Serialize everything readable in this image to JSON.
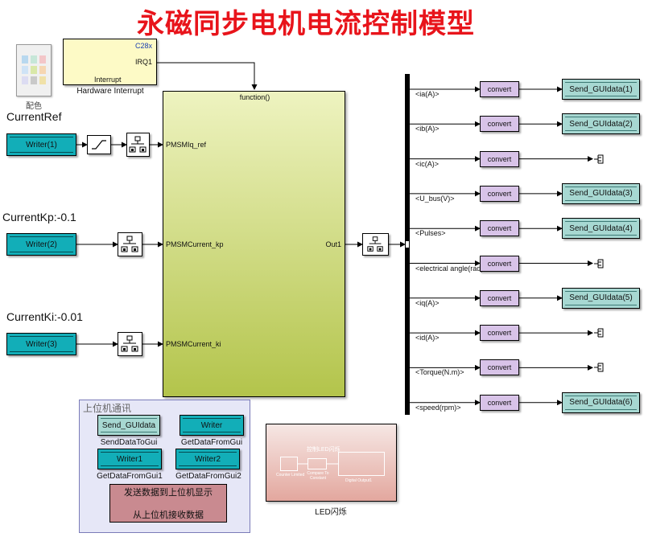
{
  "title": "永磁同步电机电流控制模型",
  "color_block": {
    "label": "配色"
  },
  "hardware_interrupt": {
    "header": "C28x",
    "port": "IRQ1",
    "inner_label": "Interrupt",
    "caption": "Hardware Interrupt"
  },
  "function_block": {
    "trigger_label": "function()",
    "inputs": [
      "PMSMIq_ref",
      "PMSMCurrent_kp",
      "PMSMCurrent_ki"
    ],
    "output": "Out1"
  },
  "inputs": [
    {
      "caption": "CurrentRef",
      "block": "Writer(1)"
    },
    {
      "caption": "CurrentKp:-0.1",
      "block": "Writer(2)"
    },
    {
      "caption": "CurrentKi:-0.01",
      "block": "Writer(3)"
    }
  ],
  "signals": [
    {
      "label": "<ia(A)>",
      "convert": "convert",
      "dest": "Send_GUIdata(1)"
    },
    {
      "label": "<ib(A)>",
      "convert": "convert",
      "dest": "Send_GUIdata(2)"
    },
    {
      "label": "<ic(A)>",
      "convert": "convert",
      "dest": ""
    },
    {
      "label": "<U_bus(V)>",
      "convert": "convert",
      "dest": "Send_GUIdata(3)"
    },
    {
      "label": "<Pulses>",
      "convert": "convert",
      "dest": "Send_GUIdata(4)"
    },
    {
      "label": "<electrical angle(rad)>",
      "convert": "convert",
      "dest": ""
    },
    {
      "label": "<iq(A)>",
      "convert": "convert",
      "dest": "Send_GUIdata(5)"
    },
    {
      "label": "<id(A)>",
      "convert": "convert",
      "dest": ""
    },
    {
      "label": "<Torque(N.m)>",
      "convert": "convert",
      "dest": ""
    },
    {
      "label": "<speed(rpm)>",
      "convert": "convert",
      "dest": "Send_GUIdata(6)"
    }
  ],
  "host_panel": {
    "title": "上位机通讯",
    "blocks": [
      {
        "block": "Send_GUIdata",
        "caption": "SendDataToGui"
      },
      {
        "block": "Writer",
        "caption": "GetDataFromGui"
      },
      {
        "block": "Writer1",
        "caption": "GetDataFromGui1"
      },
      {
        "block": "Writer2",
        "caption": "GetDataFromGui2"
      }
    ],
    "note_line1": "发送数据到上位机显示",
    "note_line2": "从上位机接收数据"
  },
  "led_block": {
    "caption": "LED闪烁",
    "inner_title": "控制LED闪烁",
    "sub_blocks": [
      "Counter Limited",
      "Compare To Constant",
      "Digital Output1"
    ]
  }
}
